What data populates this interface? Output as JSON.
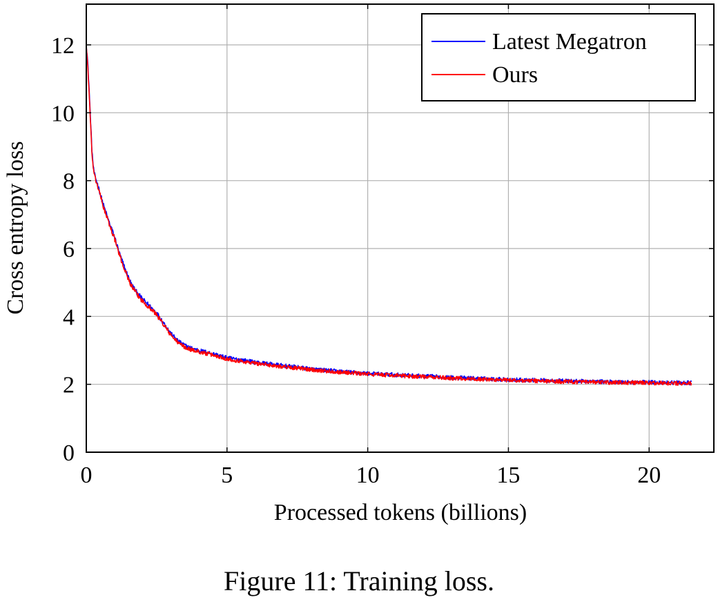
{
  "caption": "Figure 11: Training loss.",
  "chart_data": {
    "type": "line",
    "title": "",
    "xlabel": "Processed tokens (billions)",
    "ylabel": "Cross entropy loss",
    "xlim": [
      0,
      22.3
    ],
    "ylim": [
      0,
      13.2
    ],
    "xticks": [
      0,
      5,
      10,
      15,
      20
    ],
    "yticks": [
      0,
      2,
      4,
      6,
      8,
      10,
      12
    ],
    "grid": true,
    "legend_position": "top-right",
    "series": [
      {
        "name": "Latest Megatron",
        "color": "#0000ff",
        "x": [
          0,
          0.05,
          0.1,
          0.15,
          0.2,
          0.25,
          0.3,
          0.4,
          0.5,
          0.6,
          0.8,
          1.0,
          1.2,
          1.4,
          1.6,
          1.8,
          2.0,
          2.2,
          2.5,
          2.8,
          3.0,
          3.3,
          3.6,
          4.0,
          4.5,
          5.0,
          5.5,
          6.0,
          7.0,
          8.0,
          9.0,
          10.0,
          11.0,
          12.0,
          13.0,
          14.0,
          15.0,
          16.0,
          17.0,
          18.0,
          19.0,
          20.0,
          21.0,
          21.5
        ],
        "y": [
          12.0,
          11.5,
          10.7,
          9.8,
          8.9,
          8.4,
          8.15,
          7.9,
          7.6,
          7.3,
          6.8,
          6.35,
          5.8,
          5.35,
          4.95,
          4.7,
          4.5,
          4.35,
          4.1,
          3.75,
          3.5,
          3.25,
          3.1,
          3.0,
          2.9,
          2.78,
          2.72,
          2.65,
          2.55,
          2.45,
          2.38,
          2.32,
          2.28,
          2.24,
          2.2,
          2.17,
          2.14,
          2.12,
          2.1,
          2.08,
          2.07,
          2.06,
          2.05,
          2.04
        ]
      },
      {
        "name": "Ours",
        "color": "#ff0000",
        "x": [
          0,
          0.05,
          0.1,
          0.15,
          0.2,
          0.25,
          0.3,
          0.4,
          0.5,
          0.6,
          0.8,
          1.0,
          1.2,
          1.4,
          1.6,
          1.8,
          2.0,
          2.2,
          2.5,
          2.8,
          3.0,
          3.3,
          3.6,
          4.0,
          4.5,
          5.0,
          5.5,
          6.0,
          7.0,
          8.0,
          9.0,
          10.0,
          11.0,
          12.0,
          13.0,
          14.0,
          15.0,
          16.0,
          17.0,
          18.0,
          19.0,
          20.0,
          21.0,
          21.5
        ],
        "y": [
          12.0,
          11.4,
          10.6,
          9.7,
          8.8,
          8.35,
          8.1,
          7.85,
          7.55,
          7.25,
          6.75,
          6.3,
          5.75,
          5.3,
          4.9,
          4.65,
          4.45,
          4.3,
          4.05,
          3.7,
          3.45,
          3.2,
          3.05,
          2.96,
          2.86,
          2.75,
          2.68,
          2.62,
          2.52,
          2.43,
          2.36,
          2.3,
          2.26,
          2.22,
          2.18,
          2.15,
          2.12,
          2.1,
          2.08,
          2.06,
          2.05,
          2.04,
          2.03,
          2.02
        ]
      }
    ]
  }
}
